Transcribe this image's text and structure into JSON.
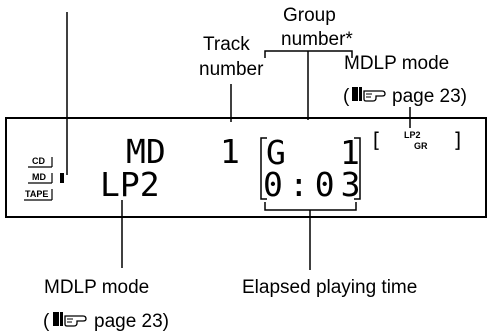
{
  "callouts": {
    "group_number_line1": "Group",
    "group_number_line2": "number*",
    "track_number_line1": "Track",
    "track_number_line2": "number",
    "mdlp_mode_top": "MDLP mode",
    "mdlp_mode_top_ref": "page 23)",
    "mdlp_mode_bottom": "MDLP mode",
    "mdlp_mode_bottom_ref": "page 23)",
    "elapsed_time": "Elapsed playing time",
    "ref_open_paren": "("
  },
  "display": {
    "source_labels": [
      "CD",
      "MD",
      "TAPE"
    ],
    "source_text": "MD",
    "track_value": "1",
    "group_letter": "G",
    "group_value": "1",
    "mode_text": "LP2",
    "time_text": "0:03",
    "mdlp_indicator_top": "LP2",
    "mdlp_indicator_bottom": "GR"
  },
  "icons": {
    "reference": "pointing-hand-book-icon"
  }
}
